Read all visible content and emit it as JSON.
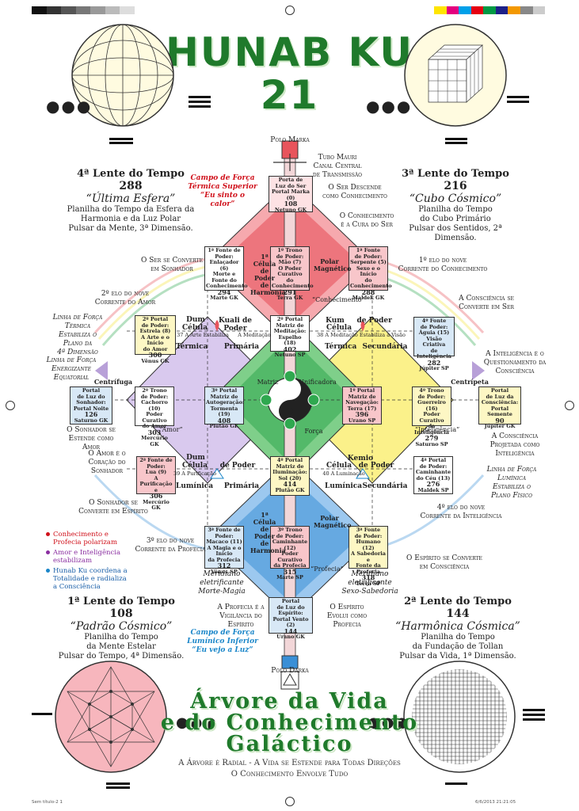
{
  "header": {
    "title_line1": "HUNAB KU",
    "title_line2": "21"
  },
  "lenses": {
    "l4": {
      "title": "4ª Lente do Tempo",
      "num": "288",
      "name": "“Última Esfera”",
      "desc": [
        "Planilha do Tempo da Esfera da",
        "Harmonia e da Luz Polar",
        "Pulsar da Mente, 3ª Dimensão."
      ]
    },
    "l3": {
      "title": "3ª Lente do Tempo",
      "num": "216",
      "name": "“Cubo Cósmico”",
      "desc": [
        "Planilha do Tempo",
        "do Cubo Primário",
        "Pulsar dos Sentidos, 2ª Dimensão."
      ]
    },
    "l1": {
      "title": "1ª Lente do Tempo",
      "num": "108",
      "name": "“Padrão Cósmico”",
      "desc": [
        "Planilha do Tempo",
        "da Mente Estelar",
        "Pulsar do Tempo, 4ª Dimensão."
      ]
    },
    "l2": {
      "title": "2ª Lente do Tempo",
      "num": "144",
      "name": "“Harmônica Cósmica”",
      "desc": [
        "Planilha do Tempo",
        "da Fundação de Tollan",
        "Pulsar da Vida, 1ª Dimensão."
      ]
    }
  },
  "poles": {
    "top": "Polo Marka",
    "bottom": "Polo Darka"
  },
  "annotations": {
    "tubo": [
      "Tubo Mauri",
      "Canal Central",
      "de Transmissão"
    ],
    "campo_sup": [
      "Campo de Força",
      "Térmica Superior",
      "“Eu sinto o calor”"
    ],
    "campo_inf": [
      "Campo de Força",
      "Lumínico Inferior",
      "“Eu vejo a Luz”"
    ],
    "ser_descende": [
      "O Ser Descende",
      "como Conhecimento"
    ],
    "conhecimento_cura": [
      "O Conhecimento",
      "é a Cura do Ser"
    ],
    "ser_converte_sonhador": [
      "O Ser se Converte",
      "em Sonhador"
    ],
    "elo_amor": [
      "2º elo do nove",
      "Corrente do Amor"
    ],
    "elo_conhecimento": [
      "1º elo do nove",
      "Corrente do Conhecimento"
    ],
    "consciencia_ser": [
      "A Consciência se",
      "Converte em Ser"
    ],
    "linha_termica": [
      "Linha de Força",
      "Térmica",
      "Estabiliza o",
      "Plano da",
      "4ª Dimensão"
    ],
    "linha_equatorial": [
      "Linha de Força",
      "Energizante",
      "Equatorial"
    ],
    "inteligencia_quest": [
      "A Inteligência é o",
      "Questionamento da",
      "Consciência"
    ],
    "sonhador_amor": [
      "O Sonhador se",
      "Estende como",
      "Amor"
    ],
    "amor_coracao": [
      "O Amor é o",
      "Coração do",
      "Sonhador"
    ],
    "consciencia_proj": [
      "A Consciência",
      "Projetada como",
      "Inteligência"
    ],
    "linha_luminica": [
      "Linha de Força",
      "Lumínica",
      "Estabiliza o",
      "Plano Físico"
    ],
    "sonhador_espirito": [
      "O Sonhador se",
      "Converte em Espírito"
    ],
    "elo_inteligencia": [
      "4º elo do nove",
      "Corrente da Inteligência"
    ],
    "elo_profecia": [
      "3º elo do nove",
      "Corrente da Profecia"
    ],
    "espirito_consc": [
      "O Espírito se Converte",
      "em Consciência"
    ],
    "meridiano_morte": [
      "Meridiano",
      "eletrificante",
      "Morte-Magia"
    ],
    "meridiano_sexo": [
      "Meridiano",
      "eletrificante",
      "Sexo-Sabedoria"
    ],
    "profecia_vigilancia": [
      "A Profecia é a",
      "Vigilância do",
      "Espírito"
    ],
    "espirito_evolui": [
      "O Espírito",
      "Evolui como",
      "Profecia"
    ]
  },
  "legend": [
    {
      "text": [
        "Conhecimento e",
        "Profecia polarizam"
      ],
      "color": "#d0111b"
    },
    {
      "text": [
        "Amor e Inteligência",
        "estabilizam"
      ],
      "color": "#8a2ea0"
    },
    {
      "text": [
        "Hunab Ku coordena a",
        "Totalidade e radializa",
        "a Consciência"
      ],
      "color": "#1a86c9"
    }
  ],
  "nodes": {
    "portal_ser": [
      "Porta de",
      "Luz do Ser",
      "Portal Marka (0)",
      "108",
      "Netuno GK"
    ],
    "f1": [
      "1ª Fonte de",
      "Poder:",
      "Enlaçador (6)",
      "Morte e Fonte do",
      "Conhecimento",
      "294",
      "Marte GK"
    ],
    "t1": [
      "1º Trono",
      "de Poder:",
      "Mão (7)",
      "O Poder Curativo",
      "do Conhecimento",
      "291",
      "Terra GK"
    ],
    "f1b": [
      "1ª Fonte",
      "de Poder:",
      "Serpente (5)",
      "Sexo e o Início",
      "do Conhecimento",
      "288",
      "Maldek GK"
    ],
    "m2": [
      "2º Portal",
      "Matriz de",
      "Meditação:",
      "Espelho (18)",
      "402",
      "Netuno SP"
    ],
    "p2": [
      "2º Portal",
      "de Poder:",
      "Estrela (8)",
      "A Arte e o Início",
      "do Amor",
      "300",
      "Vênus GK"
    ],
    "f4": [
      "4º Fonte",
      "de Poder:",
      "Águia (15)",
      "Visão Criativa",
      "de Inteligência",
      "282",
      "Júpiter SP"
    ],
    "portal_sonhador": [
      "Portal",
      "de Luz do",
      "Sonhador:",
      "Portal Noite",
      "126",
      "Saturno GK"
    ],
    "t2": [
      "2º Trono",
      "de Poder:",
      "Cachorro (10)",
      "Poder Curativo",
      "do Amor",
      "303",
      "Mercúrio GK"
    ],
    "m3": [
      "3º Portal",
      "Matriz de",
      "Autogeração:",
      "Tormenta (19)",
      "408",
      "Plutão GK"
    ],
    "m1": [
      "1º Portal",
      "Matriz de",
      "Navegação:",
      "Terra (17)",
      "396",
      "Urano SP"
    ],
    "t4": [
      "4º Trono",
      "de Poder:",
      "Guerreiro (16)",
      "Poder Curativo",
      "da Inteligência",
      "279",
      "Saturno SP"
    ],
    "portal_consc": [
      "Portal",
      "de Luz da",
      "Consciência:",
      "Portal Semente",
      "90",
      "Júpiter GK"
    ],
    "f2": [
      "2ª Fonte de",
      "Poder:",
      "Lua (9)",
      "A Purificação e",
      "Fonte do Amor",
      "306",
      "Mercúrio GK"
    ],
    "m4": [
      "4º Portal",
      "Matriz de",
      "Iluminação:",
      "Sol (20)",
      "414",
      "Plutão GK"
    ],
    "f4b": [
      "4ª Portal",
      "de Poder:",
      "Caminhante",
      "do Céu (13)",
      "276",
      "Maldek SP"
    ],
    "f3": [
      "3ª Fonte de",
      "Poder:",
      "Macaco (11)",
      "A Magia e o Início",
      "da Profecia",
      "312",
      "Vênus SP"
    ],
    "t3": [
      "3º Trono",
      "de Poder:",
      "Caminhante (12)",
      "Poder Curativo",
      "da Profecia",
      "315",
      "Marte SP"
    ],
    "f3b": [
      "3ª Fonte",
      "de Poder:",
      "Humano (12)",
      "A Sabedoria e",
      "Fonte da Profecia",
      "318",
      "Terra SP"
    ],
    "portal_espirito": [
      "Portal",
      "de Luz do",
      "Espírito:",
      "Portal Vento (2)",
      "144",
      "Urano GK"
    ]
  },
  "center_labels": {
    "kuali": [
      "Kuali",
      "de Poder"
    ],
    "kum": [
      "Kum",
      "de Poder"
    ],
    "dum_top": "Dum",
    "kemio": [
      "Kemio",
      "de Poder"
    ],
    "dum_bot": "Dum",
    "celula": "Célula",
    "termica": "Térmica",
    "primaria": "Primária",
    "secundaria": "Secundária",
    "luminica": "Lumínica",
    "matriz": "Matriz",
    "unificadora": "Unificadora",
    "forca": "Força",
    "conhecimento_q": "“Conhecimento”",
    "amor_q": "“Amor”",
    "inteligencia_q": "“Inteligência”",
    "profecia_q": "“Profecia”",
    "centripeta": "Centrípeta",
    "centrifuga": "Centrífuga",
    "polar_mag": [
      "Polar",
      "Magnético"
    ],
    "celula_harmonia": [
      "1ª Célula",
      "de Poder",
      "de Harmonia"
    ],
    "arte_estabiliza": "37 A Arte Estabiliza",
    "meditacao": "A Meditação",
    "estabiliza_visao": "38 A Meditação Estabiliza a Visão",
    "purificacao": "39 A Purificação",
    "luminacao": "40 A Luminação"
  },
  "footer": {
    "title": [
      "Árvore da Vida",
      "e do Conhecimento",
      "Galáctico"
    ],
    "line1": "A Árvore é Radial - A Vida se Estende para Todas Direções",
    "line2": "O Conhecimento Envolve Tudo",
    "file_left": "Sem título-2   1",
    "file_right": "6/6/2013   21:21:05"
  },
  "colors": {
    "red": "#e8545c",
    "green": "#2fa84f",
    "blue": "#3a8fd6",
    "yellow": "#f5e53a",
    "lilac": "#b8a0d8",
    "title_green": "#1f7a2b"
  }
}
